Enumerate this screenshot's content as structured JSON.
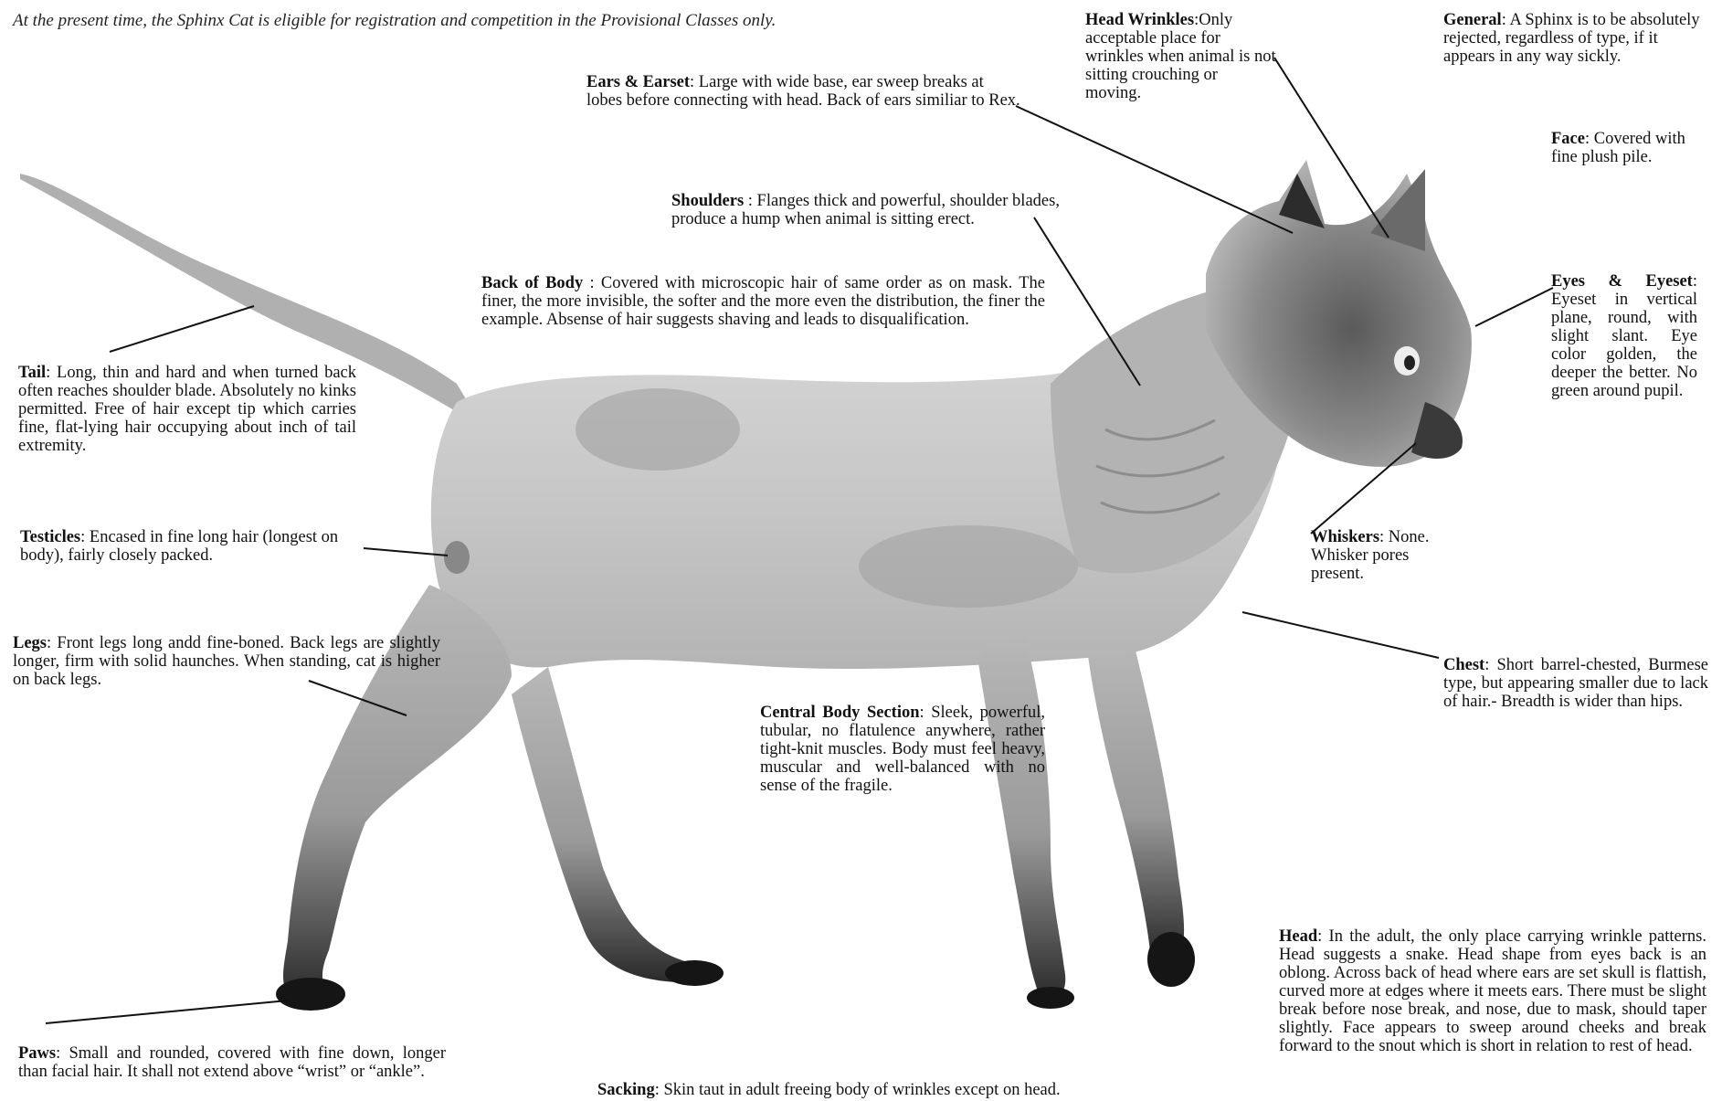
{
  "header": "At the present time, the Sphinx Cat is eligible for registration and competition in the Provisional Classes only.",
  "notes": {
    "head_wrinkles": {
      "title": "Head Wrinkles",
      "text": ":Only acceptable place for wrinkles when animal is not sitting crouching or moving."
    },
    "general": {
      "title": "General",
      "text": ": A Sphinx is to be absolutely rejected, regardless of type, if it appears in any way sickly."
    },
    "ears_earset": {
      "title": "Ears & Earset",
      "text": ": Large with wide base, ear sweep breaks at lobes before connecting with head. Back of ears similiar to Rex."
    },
    "face": {
      "title": "Face",
      "text": ": Covered with fine plush pile."
    },
    "shoulders": {
      "title": "Shoulders",
      "text": " : Flanges thick and powerful, shoulder blades, produce a hump when animal is sitting erect."
    },
    "back_of_body": {
      "title": "Back of Body",
      "text": " : Covered with microscopic hair of same order as on mask. The finer, the more invisible, the softer and the more even the distribution, the finer the example. Absense of hair suggests shaving and leads to disqualification."
    },
    "eyes_eyeset": {
      "title": "Eyes & Eyeset",
      "text": ": Eyeset in vertical plane, round, with slight slant. Eye color golden, the deeper the better. No green around pupil."
    },
    "tail": {
      "title": "Tail",
      "text": ": Long, thin and hard and when turned back often reaches shoulder blade. Absolutely no kinks permitted. Free of hair except tip which carries fine, flat-lying hair occupying about inch of tail extremity."
    },
    "testicles": {
      "title": "Testicles",
      "text": ": Encased in fine long hair (longest on body), fairly closely packed."
    },
    "whiskers": {
      "title": "Whiskers",
      "text": ": None. Whisker pores present."
    },
    "legs": {
      "title": "Legs",
      "text": ": Front legs long andd fine-boned. Back legs are slightly longer, firm with solid haunches. When standing, cat is higher on back legs."
    },
    "chest": {
      "title": "Chest",
      "text": ": Short barrel-chested, Burmese type, but appearing smaller due to lack of hair.- Breadth is wider than hips."
    },
    "central_body": {
      "title": "Central Body Section",
      "text": ": Sleek, powerful, tubular, no flatulence anywhere, rather tight-knit muscles. Body must feel heavy, muscular and well-balanced with no sense of the fragile."
    },
    "head": {
      "title": "Head",
      "text": ": In the adult, the only place carrying wrinkle patterns. Head suggests a snake. Head shape from eyes back is an oblong. Across back of head where ears are set skull is flattish, curved more at edges where it meets ears. There must be slight break before nose break, and nose, due to mask, should taper slightly. Face appears to sweep around cheeks and break forward to the snout which is short in relation to rest of head."
    },
    "paws": {
      "title": "Paws",
      "text": ": Small and rounded, covered with fine down, longer than facial hair. It shall not extend above “wrist” or “ankle”."
    },
    "sacking": {
      "title": "Sacking",
      "text": ": Skin taut in adult freeing body of wrinkles except on head."
    }
  }
}
